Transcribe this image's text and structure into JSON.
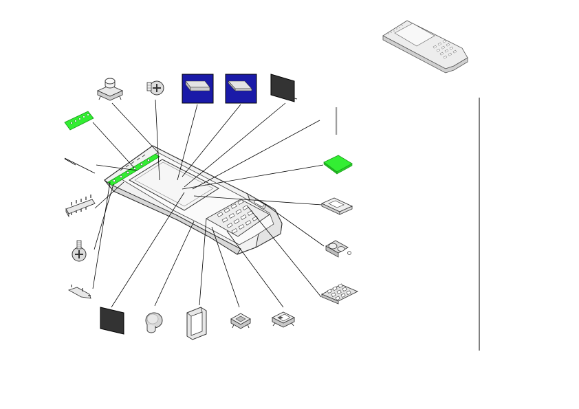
{
  "diagram": {
    "kind": "exploded-assembly-view",
    "colors": {
      "housing_stroke": "#333333",
      "housing_fill": "#f2f2f2",
      "highlight_green": "#33ee33",
      "screen_blue": "#1a1aa8",
      "panel_black": "#333333",
      "leader_line": "#000000",
      "inset_gray": "#ededed"
    },
    "main_assembly": {
      "name": "handheld-device-housing"
    },
    "inset": {
      "name": "assembled-device-preview"
    },
    "parts": [
      {
        "id": "tact-switch",
        "icon": "tact-switch-icon"
      },
      {
        "id": "screw-top",
        "icon": "screw-icon"
      },
      {
        "id": "lcd-module-a",
        "icon": "lcd-module-icon"
      },
      {
        "id": "lcd-module-b",
        "icon": "lcd-module-icon"
      },
      {
        "id": "black-panel-top",
        "icon": "black-panel-icon"
      },
      {
        "id": "green-connector-strip",
        "icon": "connector-strip-icon"
      },
      {
        "id": "side-pin",
        "icon": "pin-icon"
      },
      {
        "id": "pin-header",
        "icon": "pin-header-icon"
      },
      {
        "id": "screw-left",
        "icon": "screw-icon"
      },
      {
        "id": "clip-bracket",
        "icon": "clip-icon"
      },
      {
        "id": "black-panel-bottom",
        "icon": "black-panel-icon"
      },
      {
        "id": "round-button",
        "icon": "round-button-icon"
      },
      {
        "id": "u-frame",
        "icon": "u-frame-icon"
      },
      {
        "id": "socket-a",
        "icon": "socket-icon"
      },
      {
        "id": "socket-b",
        "icon": "socket-icon"
      },
      {
        "id": "rod",
        "icon": "rod-icon"
      },
      {
        "id": "green-pad",
        "icon": "pcb-pad-icon"
      },
      {
        "id": "bracket-plate",
        "icon": "bracket-icon"
      },
      {
        "id": "speaker",
        "icon": "speaker-icon"
      },
      {
        "id": "keypad-module",
        "icon": "keypad-icon"
      }
    ]
  }
}
